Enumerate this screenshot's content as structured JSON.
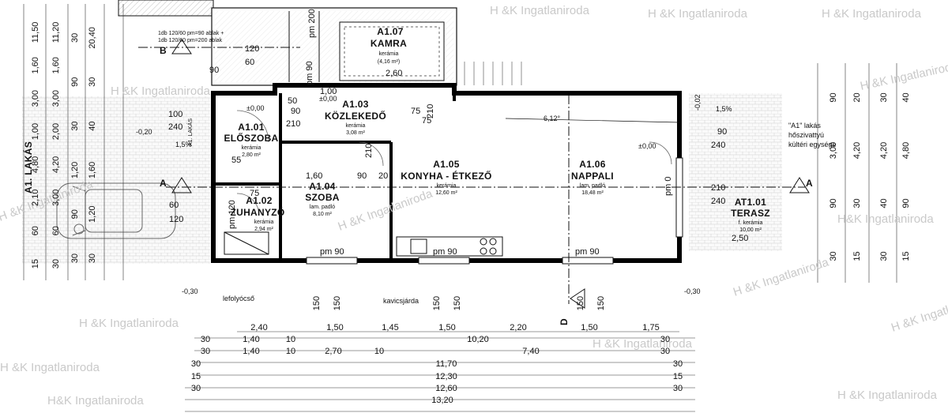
{
  "watermark": "H &K Ingatlaniroda",
  "watermark_alt": "H&K Ingatlaniroda",
  "rooms": [
    {
      "code": "A1.01",
      "name": "ELŐSZOBA",
      "floor": "kerámia",
      "area": "2,80 m²"
    },
    {
      "code": "A1.02",
      "name": "ZUHANYZÓ",
      "floor": "kerámia",
      "area": "2,94 m²"
    },
    {
      "code": "A1.03",
      "name": "KÖZLEKEDŐ",
      "floor": "kerámia",
      "area": "3,08 m²"
    },
    {
      "code": "A1.04",
      "name": "SZOBA",
      "floor": "lam. padló",
      "area": "8,10 m²"
    },
    {
      "code": "A1.05",
      "name": "KONYHA - ÉTKEZŐ",
      "floor": "kerámia",
      "area": "12,60 m²"
    },
    {
      "code": "A1.06",
      "name": "NAPPALI",
      "floor": "lam. padló",
      "area": "18,48 m²"
    },
    {
      "code": "A1.07",
      "name": "KAMRA",
      "floor": "kerámia",
      "area": "(4,16 m²)"
    },
    {
      "code": "AT1.01",
      "name": "TERASZ",
      "floor": "f. kerámia",
      "area": "10,00 m²"
    }
  ],
  "labels": {
    "unit_name": "A1. LAKÁS",
    "unit_small": "A1. LAKÁS",
    "heat_pump": [
      "\"A1\" lakás",
      "hőszivattyú",
      "kültéri egysége"
    ],
    "downpipe": "lefolyócső",
    "gravel": "kavicsjárda",
    "window_note_1": "1db 120/60 pm=90 ablak +",
    "window_note_2": "1db 120/60 pm=200 ablak",
    "section_a": "A",
    "section_b": "B",
    "section_d": "D",
    "slope_1": "1,5%",
    "slope_2": "1,5%",
    "slope_3": "6,12°",
    "level_0": "±0,00",
    "level_m020": "-0,20",
    "level_m002": "-0,02",
    "level_m030": "-0,30",
    "pm90": "pm 90",
    "pm0": "pm 0",
    "pm120": "pm 120",
    "pm200": "pm 200"
  },
  "window_marks": {
    "w120_60": [
      "120",
      "60"
    ],
    "w100_240": [
      "100",
      "240"
    ],
    "w60_120": [
      "60",
      "120"
    ],
    "w90_240": [
      "90",
      "240"
    ],
    "w210_240": [
      "210",
      "240"
    ],
    "d90_210": [
      "90",
      "210"
    ],
    "d75_210": [
      "75",
      "210"
    ],
    "d210b": "210",
    "d90": "90",
    "d75": "75"
  },
  "interior_dims": {
    "szoba_w": "1,60",
    "kamra_w": "2,60",
    "k_50": "50",
    "k_100": "1,00",
    "k_100b": "1,00",
    "k_55": "55",
    "k_75": "75",
    "k_20": "20",
    "k_250": "2,50",
    "k_90": "90"
  },
  "left_chains": [
    [
      "11,50",
      "1,60",
      "3,00",
      "1,00",
      "4,80",
      "2,10",
      "60",
      "15"
    ],
    [
      "11,20",
      "1,60",
      "3,00",
      "2,00",
      "4,20",
      "3,00",
      "60",
      "30"
    ],
    [
      "30",
      "90",
      "30",
      "1,20",
      "90",
      "30"
    ],
    [
      "20,40",
      "30",
      "40",
      "1,60",
      "1,20",
      "30"
    ]
  ],
  "right_chains": [
    [
      "90",
      "3,00",
      "90",
      "30"
    ],
    [
      "20",
      "4,20",
      "30",
      "15"
    ],
    [
      "30",
      "4,20",
      "40",
      "30"
    ],
    [
      "40",
      "4,80",
      "90",
      "15"
    ]
  ],
  "bottom_rows": [
    [
      "2,40",
      "1,50",
      "1,45",
      "1,50",
      "2,20",
      "1,50",
      "1,75"
    ],
    [
      "30",
      "1,40",
      "10",
      "10,20",
      "30"
    ],
    [
      "30",
      "1,40",
      "10",
      "2,70",
      "10",
      "7,40",
      "30"
    ],
    [
      "30",
      "11,70",
      "30"
    ],
    [
      "15",
      "12,30",
      "15"
    ],
    [
      "30",
      "12,60",
      "30"
    ],
    [
      "13,20"
    ]
  ],
  "sill_labels": [
    "150",
    "150",
    "150",
    "150",
    "150",
    "150"
  ]
}
